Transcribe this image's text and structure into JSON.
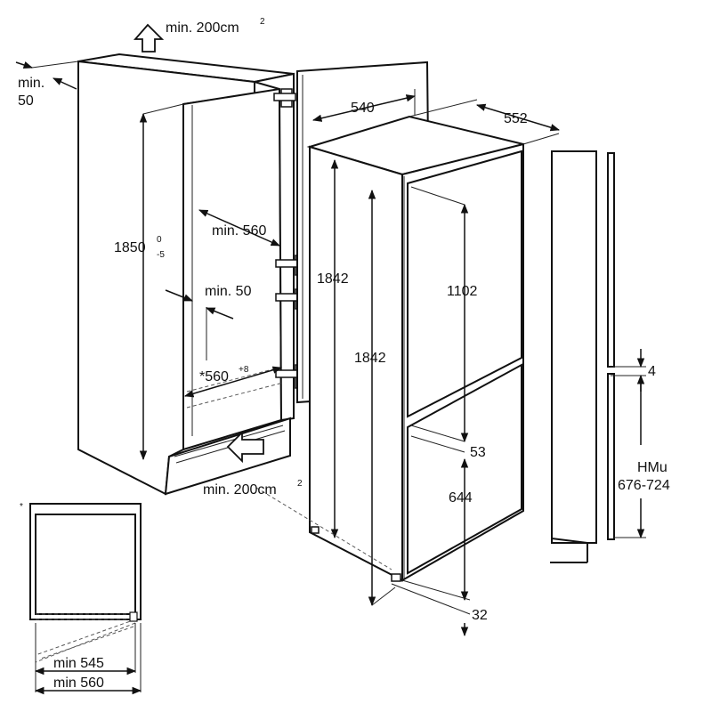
{
  "labels": {
    "vent_top": "min. 200cm",
    "vent_top_sup": "2",
    "rear_gap_min": "min.",
    "rear_gap_val": "50",
    "depth_540": "540",
    "depth_552": "552",
    "niche_height": "1850",
    "niche_tol_upper": "0",
    "niche_tol_lower": "-5",
    "niche_width": "min. 560",
    "side_gap": "min. 50",
    "niche_depth": "*560",
    "niche_depth_sup": "+8",
    "vent_bottom": "min. 200cm",
    "vent_bottom_sup": "2",
    "appliance_height_outer": "1842",
    "appliance_height_inner": "1842",
    "fridge_door_height": "1102",
    "door_gap": "53",
    "freezer_door_height": "644",
    "bottom_offset": "32",
    "furniture_gap": "4",
    "hmu_label": "HMu",
    "hmu_range": "676-724",
    "inset_star": "*",
    "inset_min_545": "min 545",
    "inset_min_560": "min 560"
  }
}
